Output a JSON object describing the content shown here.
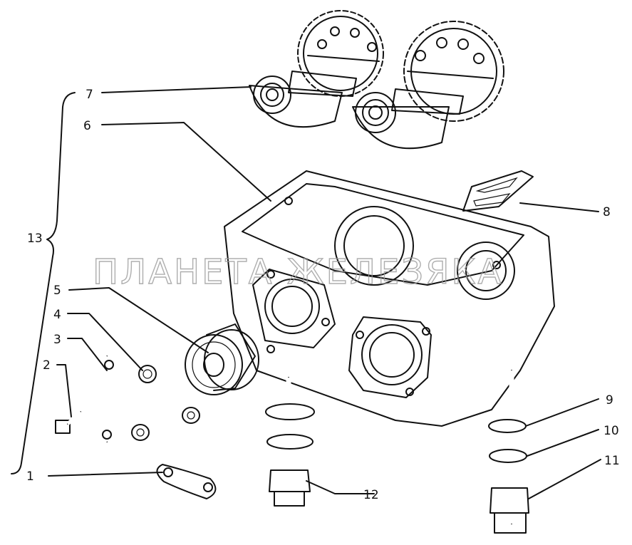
{
  "diagram": {
    "callouts": [
      "1",
      "2",
      "3",
      "4",
      "5",
      "6",
      "7",
      "8",
      "9",
      "10",
      "11",
      "12",
      "13"
    ],
    "watermark": "ПЛАНЕТА ЖЕЛЕЗЯКА"
  }
}
